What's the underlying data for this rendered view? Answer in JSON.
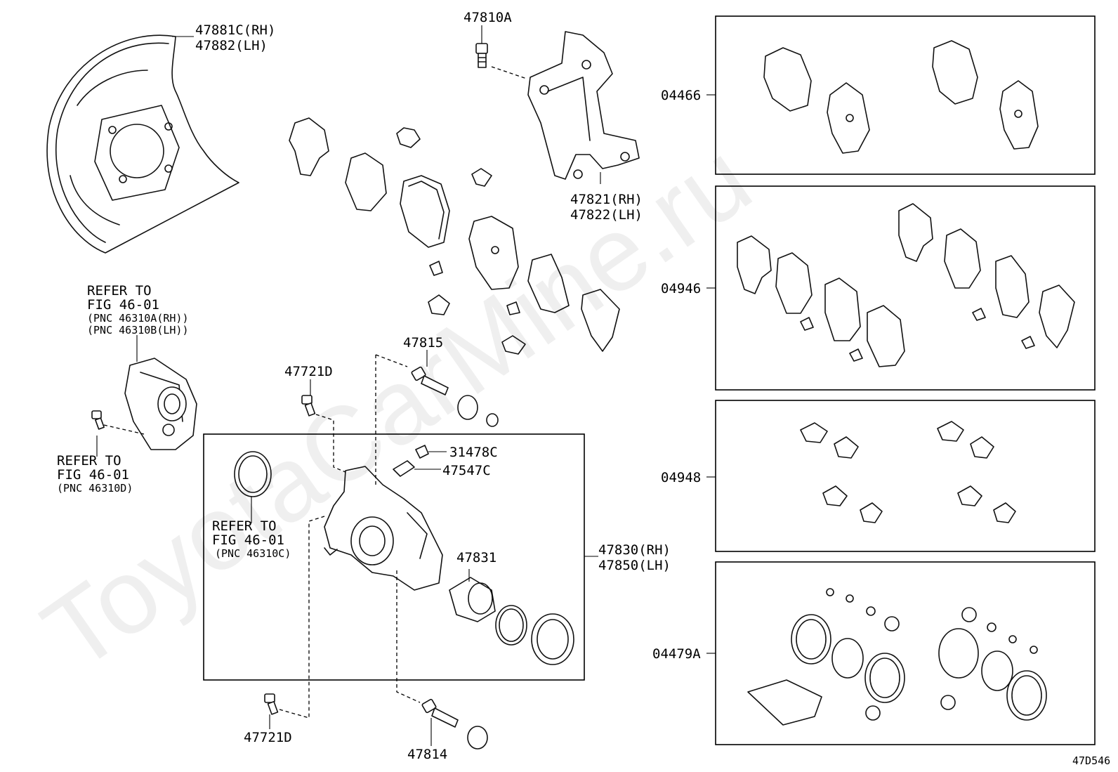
{
  "diagram_code": "47D546",
  "watermark": "ToyotaCarMine.ru",
  "labels": {
    "shield_rh": "47881C(RH)",
    "shield_lh": "47882(LH)",
    "bolt_47810a": "47810A",
    "mount_rh": "47821(RH)",
    "mount_lh": "47822(LH)",
    "pin_47815": "47815",
    "bolt_47721d_top": "47721D",
    "bolt_47721d_bottom": "47721D",
    "pin_47814": "47814",
    "cap_31478c": "31478C",
    "bleeder_47547c": "47547C",
    "piston_47831": "47831",
    "caliper_rh": "47830(RH)",
    "caliper_lh": "47850(LH)",
    "kit_04466": "04466",
    "kit_04946": "04946",
    "kit_04948": "04948",
    "kit_04479a": "04479A"
  },
  "refs": {
    "motor": [
      "REFER TO",
      "FIG 46-01",
      "(PNC 46310A(RH))",
      "(PNC 46310B(LH))"
    ],
    "bolt": [
      "REFER TO",
      "FIG 46-01",
      "(PNC 46310D)"
    ],
    "seal": [
      "REFER TO",
      "FIG 46-01",
      "(PNC 46310C)"
    ]
  }
}
